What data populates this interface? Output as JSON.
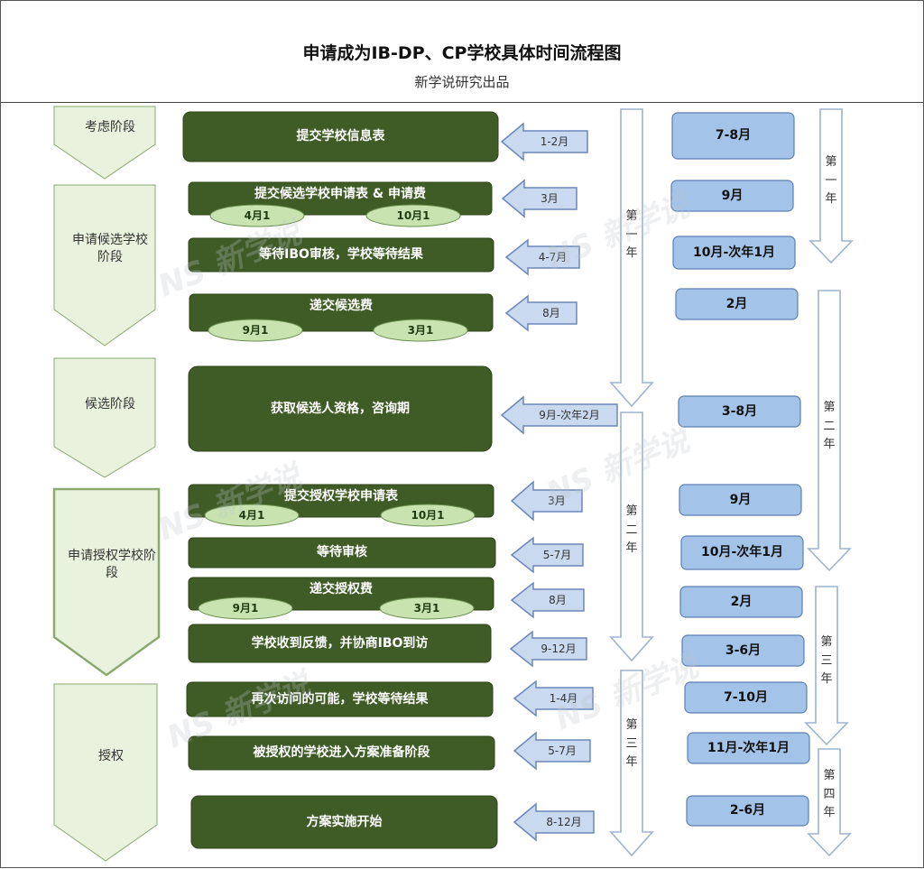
{
  "header": {
    "title": "申请成为IB-DP、CP学校具体时间流程图",
    "subtitle": "新学说研究出品"
  },
  "watermark": "NS 新学说",
  "colors": {
    "stage_fill": "#e8f2dc",
    "stage_stroke": "#8aa870",
    "box_fill": "#3f5c26",
    "ellipse_fill": "#c8e3b0",
    "arrow_fill": "#c9d9ef",
    "arrow_stroke": "#6a87b8",
    "month_fill": "#a3c4e8",
    "month_stroke": "#5b7fb5",
    "big_arrow_fill": "#ffffff",
    "big_arrow_stroke": "#9db3d0"
  },
  "stages": [
    {
      "label": "考虑阶段"
    },
    {
      "label": "申请候选学校阶段"
    },
    {
      "label": "候选阶段"
    },
    {
      "label": "申请授权学校阶段"
    },
    {
      "label": "授权"
    }
  ],
  "steps": [
    {
      "label": "提交学校信息表",
      "arrow": "1-2月",
      "month": "7-8月"
    },
    {
      "label": "提交候选学校申请表 & 申请费",
      "dates": [
        "4月1",
        "10月1"
      ],
      "arrow": "3月",
      "month": "9月"
    },
    {
      "label": "等待IBO审核，学校等待结果",
      "arrow": "4-7月",
      "month": "10月-次年1月"
    },
    {
      "label": "递交候选费",
      "dates": [
        "9月1",
        "3月1"
      ],
      "arrow": "8月",
      "month": "2月"
    },
    {
      "label": "获取候选人资格，咨询期",
      "arrow": "9月-次年2月",
      "month": "3-8月"
    },
    {
      "label": "提交授权学校申请表",
      "dates": [
        "4月1",
        "10月1"
      ],
      "arrow": "3月",
      "month": "9月"
    },
    {
      "label": "等待审核",
      "arrow": "5-7月",
      "month": "10月-次年1月"
    },
    {
      "label": "递交授权费",
      "dates": [
        "9月1",
        "3月1"
      ],
      "arrow": "8月",
      "month": "2月"
    },
    {
      "label": "学校收到反馈，并协商IBO到访",
      "arrow": "9-12月",
      "month": "3-6月"
    },
    {
      "label": "再次访问的可能，学校等待结果",
      "arrow": "1-4月",
      "month": "7-10月"
    },
    {
      "label": "被授权的学校进入方案准备阶段",
      "arrow": "5-7月",
      "month": "11月-次年1月"
    },
    {
      "label": "方案实施开始",
      "arrow": "8-12月",
      "month": "2-6月"
    }
  ],
  "process_years": [
    {
      "label": "第一年"
    },
    {
      "label": "第二年"
    },
    {
      "label": "第三年"
    }
  ],
  "calendar_years": [
    {
      "label": "第一年"
    },
    {
      "label": "第二年"
    },
    {
      "label": "第三年"
    },
    {
      "label": "第四年"
    }
  ]
}
